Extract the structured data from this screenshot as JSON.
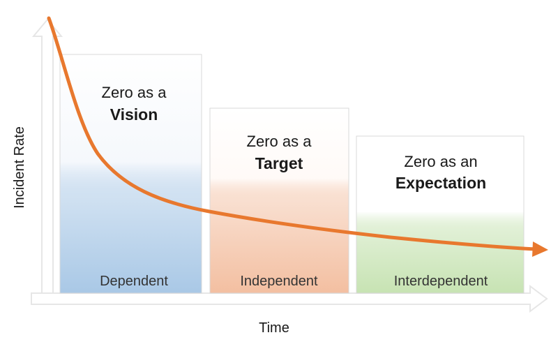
{
  "axes": {
    "x_label": "Time",
    "y_label": "Incident Rate"
  },
  "stages": [
    {
      "line1": "Zero as a",
      "line2": "Vision",
      "footer": "Dependent",
      "color": "#a9c8e6"
    },
    {
      "line1": "Zero as a",
      "line2": "Target",
      "footer": "Independent",
      "color": "#f3bfa1"
    },
    {
      "line1": "Zero as an",
      "line2": "Expectation",
      "footer": "Interdependent",
      "color": "#c7e3b3"
    }
  ],
  "colors": {
    "curve": "#e8782e",
    "axis": "#e6e6e6",
    "box_border": "#d9d9d9"
  }
}
